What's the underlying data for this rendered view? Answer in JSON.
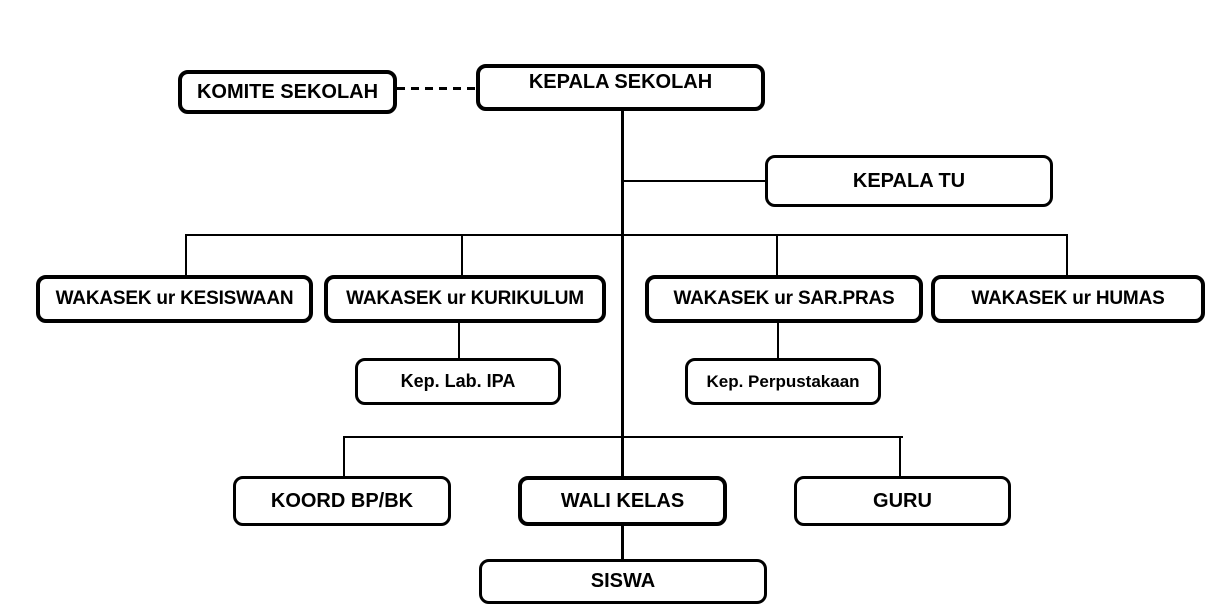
{
  "diagram": {
    "type": "org-chart",
    "language": "Indonesian",
    "subject": "School organizational structure",
    "colors": {
      "background": "#ffffff",
      "line": "#000000",
      "node_border": "#000000",
      "node_fill": "#ffffff",
      "text": "#000000"
    }
  },
  "nodes": {
    "kepala_sekolah": {
      "label": "KEPALA SEKOLAH"
    },
    "komite_sekolah": {
      "label": "KOMITE SEKOLAH"
    },
    "kepala_tu": {
      "label": "KEPALA TU"
    },
    "wakasek_kesiswaan": {
      "label": "WAKASEK ur KESISWAAN"
    },
    "wakasek_kurikulum": {
      "label": "WAKASEK ur KURIKULUM"
    },
    "wakasek_sarpras": {
      "label": "WAKASEK ur SAR.PRAS"
    },
    "wakasek_humas": {
      "label": "WAKASEK ur HUMAS"
    },
    "kep_lab_ipa": {
      "label": "Kep. Lab. IPA"
    },
    "kep_perpustakaan": {
      "label": "Kep. Perpustakaan"
    },
    "koord_bpbk": {
      "label": "KOORD BP/BK"
    },
    "wali_kelas": {
      "label": "WALI KELAS"
    },
    "guru": {
      "label": "GURU"
    },
    "siswa": {
      "label": "SISWA"
    }
  },
  "edges": [
    {
      "from": "komite_sekolah",
      "to": "kepala_sekolah",
      "style": "dashed"
    },
    {
      "from": "kepala_sekolah",
      "to": "kepala_tu",
      "style": "solid"
    },
    {
      "from": "kepala_sekolah",
      "to": "wakasek_kesiswaan",
      "style": "solid"
    },
    {
      "from": "kepala_sekolah",
      "to": "wakasek_kurikulum",
      "style": "solid"
    },
    {
      "from": "kepala_sekolah",
      "to": "wakasek_sarpras",
      "style": "solid"
    },
    {
      "from": "kepala_sekolah",
      "to": "wakasek_humas",
      "style": "solid"
    },
    {
      "from": "wakasek_kurikulum",
      "to": "kep_lab_ipa",
      "style": "solid"
    },
    {
      "from": "wakasek_sarpras",
      "to": "kep_perpustakaan",
      "style": "solid"
    },
    {
      "from": "kepala_sekolah",
      "to": "koord_bpbk",
      "style": "solid"
    },
    {
      "from": "kepala_sekolah",
      "to": "wali_kelas",
      "style": "solid"
    },
    {
      "from": "kepala_sekolah",
      "to": "guru",
      "style": "solid"
    },
    {
      "from": "wali_kelas",
      "to": "siswa",
      "style": "solid"
    }
  ]
}
